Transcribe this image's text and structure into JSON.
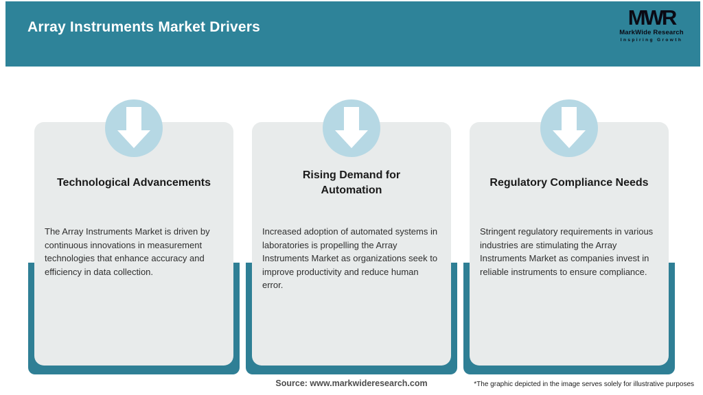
{
  "header": {
    "title": "Array Instruments Market Drivers"
  },
  "logo": {
    "monogram": "MWR",
    "name": "MarkWide Research",
    "tagline": "Inspiring Growth"
  },
  "cards": [
    {
      "title": "Technological Advancements",
      "body": "The Array Instruments Market is driven by continuous innovations in measurement technologies that enhance accuracy and efficiency in data collection."
    },
    {
      "title": "Rising Demand for\nAutomation",
      "body": "Increased adoption of automated systems in laboratories is propelling the Array Instruments Market as organizations seek to improve productivity and reduce human error."
    },
    {
      "title": "Regulatory Compliance Needs",
      "body": "Stringent regulatory requirements in various industries are stimulating the Array Instruments Market as companies invest in reliable instruments to ensure compliance."
    }
  ],
  "footer": {
    "source": "Source: www.markwideresearch.com",
    "disclaimer": "*The graphic depicted in the image serves solely for illustrative purposes"
  },
  "colors": {
    "teal": "#2E8399",
    "teal_dark": "#2F7F95",
    "card_bg": "#E8EBEB",
    "circle_blue": "#B6D8E4",
    "title_text": "#1A1A1A",
    "body_text": "#2E2E2E",
    "source_text": "#4D4D4D"
  }
}
